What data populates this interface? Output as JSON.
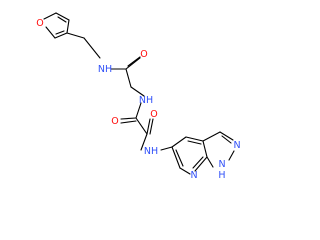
{
  "molecule": {
    "atom_labels": {
      "furan_o": "O",
      "amide1_nh": "NH",
      "amide1_o": "O",
      "glycine_nh": "NH",
      "oxalyl_o1": "O",
      "oxalyl_o2": "O",
      "amide2_nh": "NH",
      "ring_n1": "N",
      "ring_n2": "N",
      "ring_nh": "N",
      "ring_h": "H"
    },
    "colors": {
      "bond": "#000000",
      "oxygen": "#ff0d0d",
      "nitrogen": "#3050f8",
      "background": "#ffffff"
    }
  }
}
